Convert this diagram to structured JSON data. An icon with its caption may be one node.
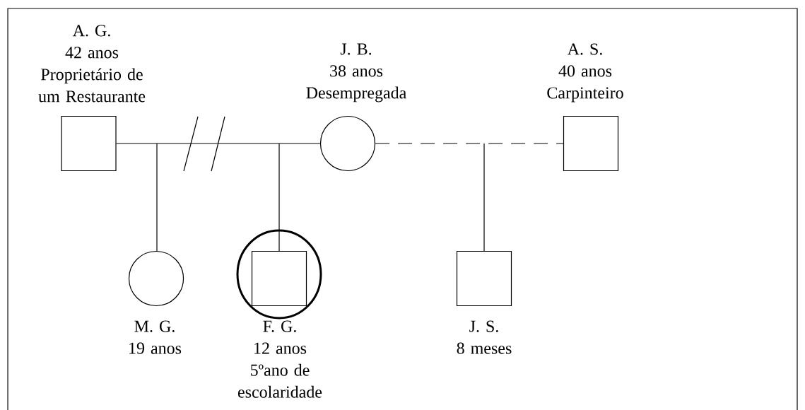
{
  "diagram": {
    "nodes": [
      {
        "text": [
          "A. G.",
          "42 anos",
          "Proprietário de um Restaurante"
        ]
      },
      {
        "text": [
          "J. B.",
          "38 anos",
          "Desempregada"
        ]
      },
      {
        "text": [
          "A. S.",
          "40 anos",
          "Carpinteiro"
        ]
      },
      {
        "text": [
          "M. G.",
          "19 anos"
        ]
      },
      {
        "text": [
          "F. G.",
          "12 anos",
          "5ºano de escolaridade"
        ]
      },
      {
        "text": [
          "J. S.",
          "8 meses"
        ]
      }
    ],
    "edges": [
      {
        "from": 0,
        "to": 1,
        "arrow": "none"
      },
      {
        "from": 1,
        "to": 2,
        "arrow": "none",
        "style": "dashed"
      },
      {
        "from": null,
        "to": 3,
        "arrow": "none"
      },
      {
        "from": null,
        "to": 4,
        "arrow": "none"
      },
      {
        "from": null,
        "to": 5,
        "arrow": "none"
      }
    ]
  }
}
